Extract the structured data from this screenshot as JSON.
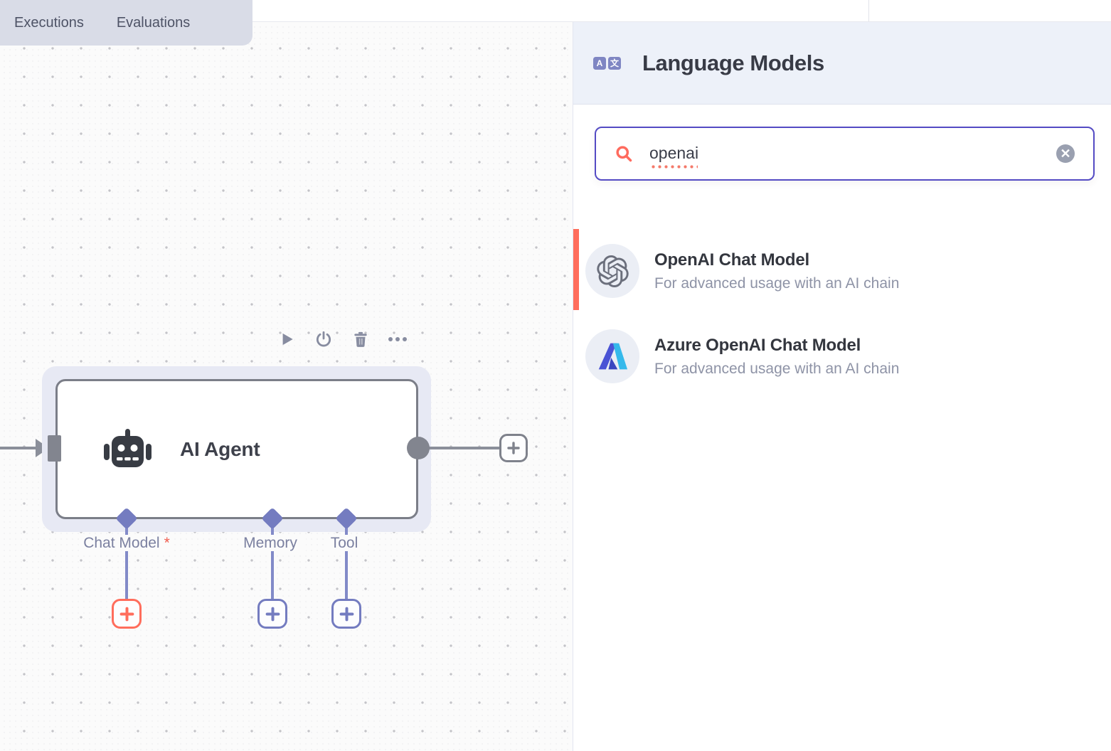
{
  "tabs": [
    {
      "label": "Executions"
    },
    {
      "label": "Evaluations"
    }
  ],
  "panel": {
    "title": "Language Models",
    "icon": {
      "glyph_a": "A",
      "glyph_lang": "文"
    },
    "search": {
      "value": "openai",
      "clear_glyph": "✕"
    },
    "items": [
      {
        "icon": "openai-logo",
        "name": "OpenAI Chat Model",
        "description": "For advanced usage with an AI chain",
        "highlighted": true
      },
      {
        "icon": "azure-logo",
        "name": "Azure OpenAI Chat Model",
        "description": "For advanced usage with an AI chain",
        "highlighted": false
      }
    ]
  },
  "canvas": {
    "node": {
      "title": "AI Agent",
      "toolbar": [
        "play",
        "power",
        "trash",
        "more"
      ],
      "ports": [
        {
          "label": "Chat Model",
          "required_marker": "*"
        },
        {
          "label": "Memory",
          "required_marker": ""
        },
        {
          "label": "Tool",
          "required_marker": ""
        }
      ]
    }
  },
  "colors": {
    "accent_red": "#ff6d5c",
    "focus_indigo": "#544bc4",
    "connector_purple": "#747cc0",
    "node_gray": "#7b7e88",
    "panel_header_bg": "#edf1f9",
    "tabbar_bg": "#d9dce7"
  }
}
